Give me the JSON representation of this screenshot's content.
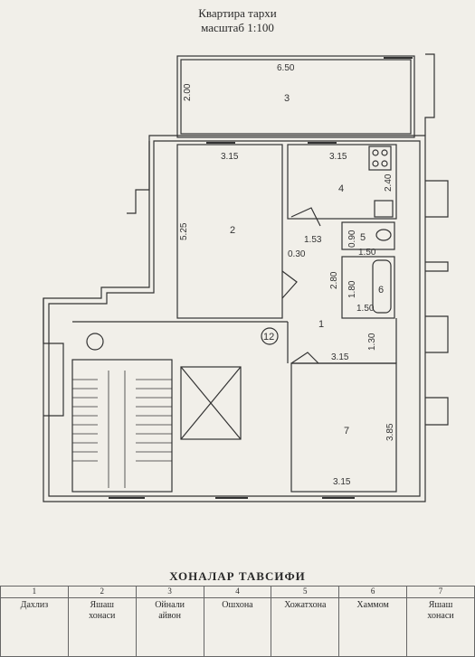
{
  "header": {
    "title": "Квартира тархи",
    "scale": "масштаб 1:100"
  },
  "plan": {
    "rooms": [
      {
        "number": "1"
      },
      {
        "number": "2"
      },
      {
        "number": "3"
      },
      {
        "number": "4"
      },
      {
        "number": "5"
      },
      {
        "number": "6"
      },
      {
        "number": "7"
      },
      {
        "number": "12"
      }
    ],
    "dimensions": [
      "6.50",
      "2.00",
      "3.15",
      "3.15",
      "5.25",
      "2.40",
      "1.53",
      "0.90",
      "1.50",
      "0.30",
      "2.80",
      "1.80",
      "1.50",
      "1.30",
      "3.15",
      "3.85",
      "3.15"
    ]
  },
  "table": {
    "title": "ХОНАЛАР ТАВСИФИ",
    "columns": [
      {
        "n": "1",
        "l1": "Дахлиз",
        "l2": ""
      },
      {
        "n": "2",
        "l1": "Яшаш",
        "l2": "хонаси"
      },
      {
        "n": "3",
        "l1": "Ойнали",
        "l2": "айвон"
      },
      {
        "n": "4",
        "l1": "Ошхона",
        "l2": ""
      },
      {
        "n": "5",
        "l1": "Хожатхона",
        "l2": ""
      },
      {
        "n": "6",
        "l1": "Хаммом",
        "l2": ""
      },
      {
        "n": "7",
        "l1": "Яшаш",
        "l2": "хонаси"
      }
    ]
  }
}
